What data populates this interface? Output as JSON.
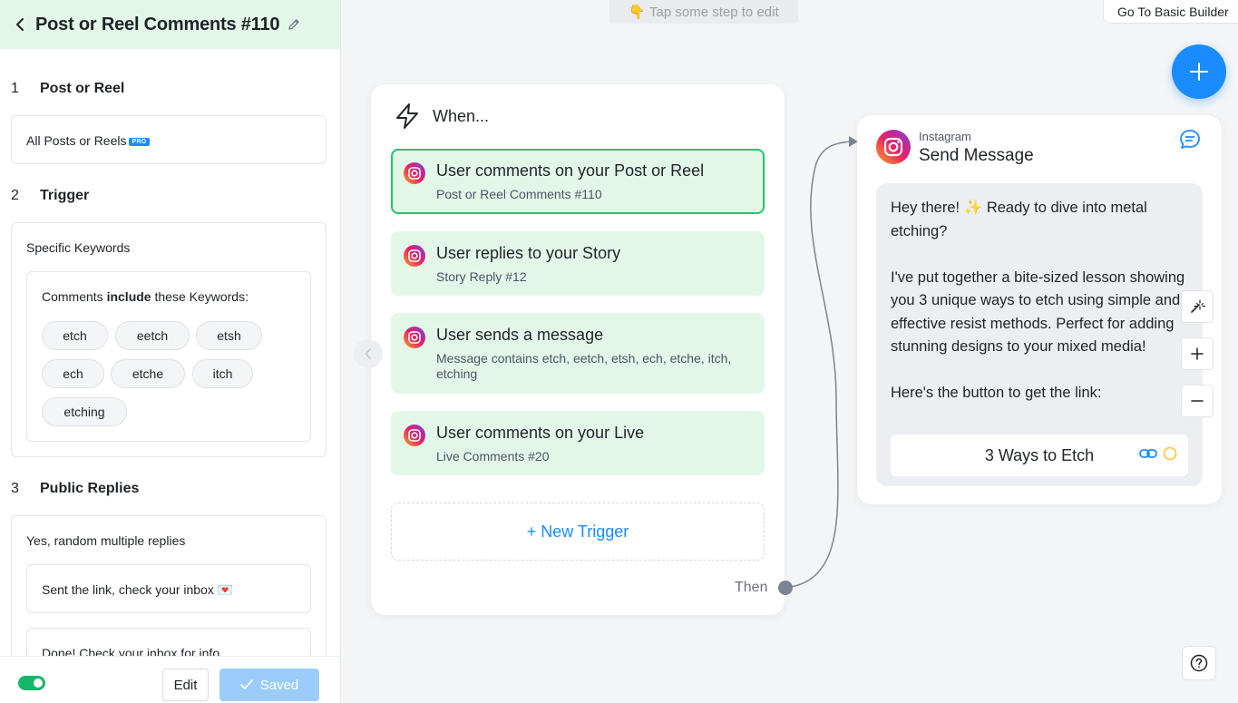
{
  "sidebar": {
    "title": "Post or Reel Comments #110",
    "sections": [
      {
        "num": "1",
        "label": "Post or Reel"
      },
      {
        "num": "2",
        "label": "Trigger"
      },
      {
        "num": "3",
        "label": "Public Replies"
      }
    ],
    "post_scope": {
      "text": "All Posts or Reels",
      "badge": "PRO"
    },
    "trigger": {
      "type": "Specific Keywords",
      "kw_prefix": "Comments ",
      "kw_bold": "include",
      "kw_suffix": " these Keywords:",
      "keywords": [
        "etch",
        "eetch",
        "etsh",
        "ech",
        "etche",
        "itch",
        "etching"
      ]
    },
    "public_replies": {
      "mode": "Yes, random multiple replies",
      "replies": [
        "Sent the link, check your inbox 💌",
        "Done! Check your inbox for info"
      ]
    },
    "footer": {
      "edit_label": "Edit",
      "saved_label": "Saved",
      "enabled": true
    }
  },
  "canvas": {
    "tap_hint": "Tap some step to edit",
    "tap_hint_emoji": "👇",
    "basic_builder_label": "Go To Basic Builder",
    "when_card": {
      "title": "When...",
      "triggers": [
        {
          "title": "User comments on your Post or Reel",
          "subtitle": "Post or Reel Comments #110",
          "active": true
        },
        {
          "title": "User replies to your Story",
          "subtitle": "Story Reply #12",
          "active": false
        },
        {
          "title": "User sends a message",
          "subtitle": "Message contains etch, eetch, etsh, ech, etche, itch, etching",
          "active": false
        },
        {
          "title": "User comments on your Live",
          "subtitle": "Live Comments #20",
          "active": false
        }
      ],
      "new_trigger_label": "+ New Trigger",
      "then_label": "Then"
    },
    "message_card": {
      "platform": "Instagram",
      "action": "Send Message",
      "body": "Hey there! ✨ Ready to dive into metal etching?\n\nI've put together a bite-sized lesson showing you 3 unique ways to etch using simple and effective resist methods. Perfect for adding stunning designs to your mixed media!\n\nHere's the button to get the link:",
      "button_label": "3 Ways to Etch"
    }
  },
  "colors": {
    "accent": "#1a8cff",
    "trigger_bg": "#e3f7e9",
    "active_border": "#22c36a",
    "toggle_on": "#18b66a"
  }
}
